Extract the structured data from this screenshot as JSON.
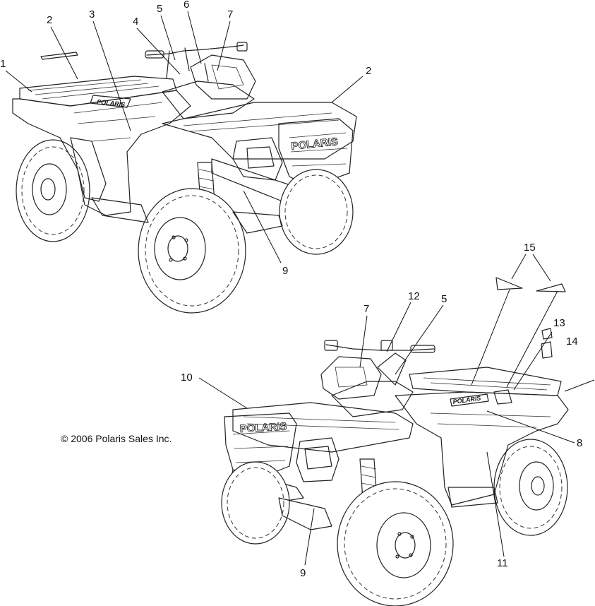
{
  "copyright": "© 2006 Polaris Sales Inc.",
  "brand": {
    "decal_small": "POLARIS",
    "decal_grille": "POLARIS"
  },
  "callouts_top": [
    "1",
    "2",
    "3",
    "4",
    "5",
    "6",
    "7",
    "2",
    "9"
  ],
  "callouts_bottom": [
    "15",
    "12",
    "5",
    "7",
    "13",
    "14",
    "10",
    "8",
    "9",
    "11"
  ]
}
